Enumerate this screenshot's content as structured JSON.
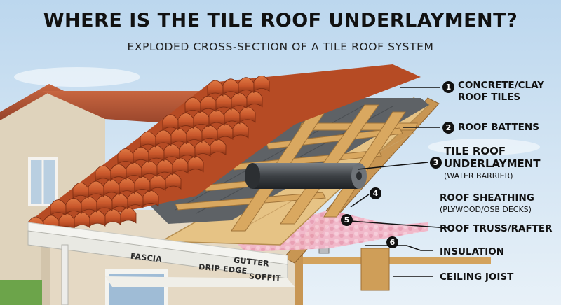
{
  "title": "WHERE IS THE TILE ROOF UNDERLAYMENT?",
  "subtitle": "EXPLODED CROSS-SECTION OF A TILE ROOF SYSTEM",
  "callouts": [
    {
      "number": "1",
      "line1": "CONCRETE/CLAY",
      "line2": "ROOF TILES"
    },
    {
      "number": "2",
      "line1": "ROOF BATTENS"
    },
    {
      "number": "3",
      "line1": "TILE ROOF",
      "line2": "UNDERLAYMENT",
      "note": "(WATER BARRIER)"
    },
    {
      "number": "4",
      "line1": "ROOF SHEATHING",
      "note": "(PLYWOOD/OSB DECKS)"
    },
    {
      "number": "5",
      "line1": "ROOF TRUSS/RAFTER"
    },
    {
      "number": "6",
      "line1": "INSULATION"
    },
    {
      "line1": "CEILING JOIST"
    }
  ],
  "part_labels": {
    "fascia": "FASCIA",
    "gutter": "GUTTER",
    "drip_edge": "DRIP EDGE",
    "soffit": "SOFFIT"
  },
  "colors": {
    "sky": "#cfe3f4",
    "tile": "#c9572b",
    "tile_dark": "#8e3416",
    "batten": "#d9a860",
    "underlayment": "#5e6266",
    "sheathing": "#e6c385",
    "insulation": "#f2b6c8",
    "wall": "#e5d9c4",
    "trim": "#f4f4f0"
  }
}
